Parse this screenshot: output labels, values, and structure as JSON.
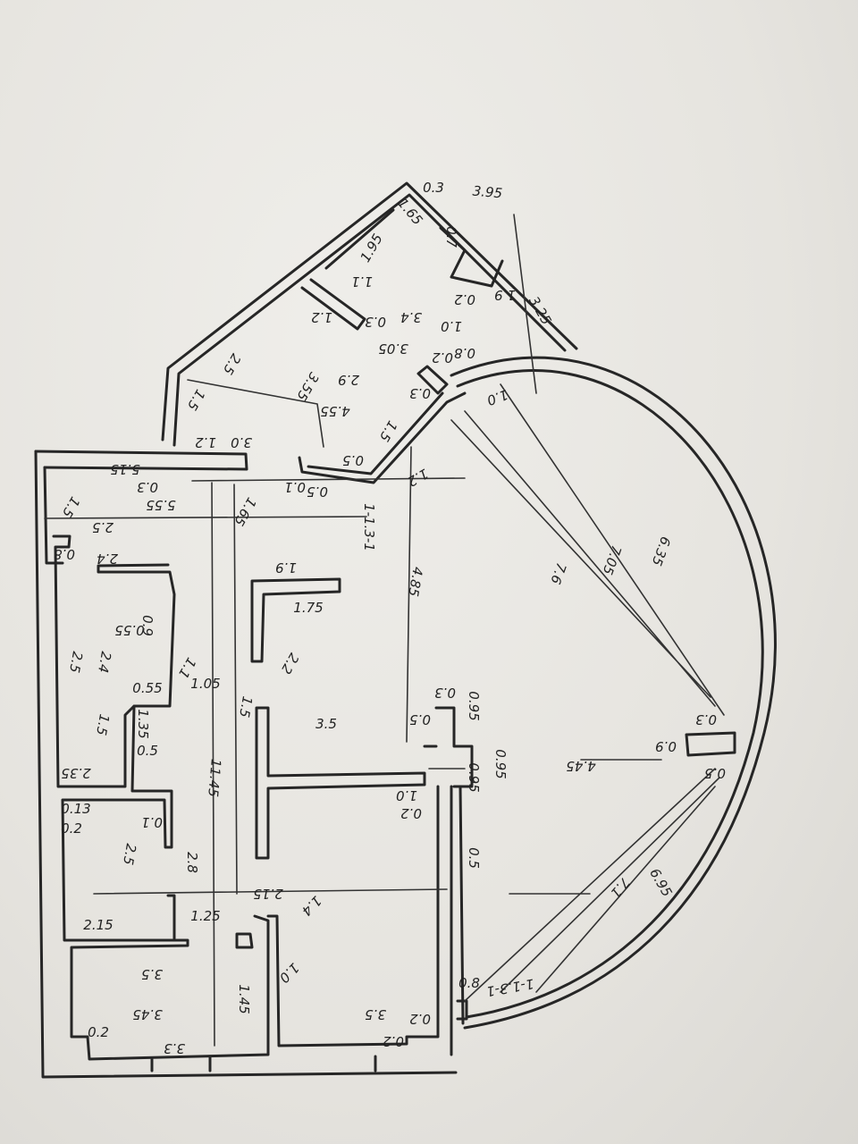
{
  "sketch": {
    "title": "Hand-drawn apartment floor plan with dimensions",
    "ink_color": "#262626",
    "paper_color": "#e6e4df",
    "labels": [
      "0.3",
      "3.95",
      "1.65",
      "1.95",
      "0.7",
      "1.1",
      "1.2",
      "3.4",
      "0.3",
      "3.05",
      "0.2",
      "1.9",
      "3.25",
      "1.0",
      "0.8",
      "0.2",
      "2.5",
      "1.5",
      "3.55",
      "2.9",
      "4.55",
      "0.3",
      "1.5",
      "1.0",
      "1.2",
      "3.0",
      "0.5",
      "1.2",
      "5.15",
      "0.3",
      "0.5",
      "0.1",
      "1.5",
      "5.55",
      "1.65",
      "1-1.3-1",
      "2.5",
      "0.8",
      "2.4",
      "1.9",
      "1.75",
      "4.85",
      "0.9",
      "2.5",
      "2.4",
      "0.55",
      "1.1",
      "1.05",
      "2.2",
      "0.55",
      "1.5",
      "1.35",
      "1.5",
      "3.5",
      "0.3",
      "0.5",
      "0.95",
      "0.5",
      "2.35",
      "1.0",
      "0.2",
      "0.95",
      "11.45",
      "0.13",
      "0.2",
      "0.1",
      "2.5",
      "2.8",
      "2.15",
      "1.4",
      "2.15",
      "1.25",
      "3.5",
      "3.45",
      "1.0",
      "3.5",
      "0.2",
      "0.2",
      "3.3",
      "0.2",
      "1.45",
      "0.5",
      "7.6",
      "7.05",
      "6.35",
      "0.3",
      "0.9",
      "4.45",
      "0.95",
      "0.5",
      "7.1",
      "6.95",
      "1-1.3-1",
      "0.8"
    ]
  }
}
